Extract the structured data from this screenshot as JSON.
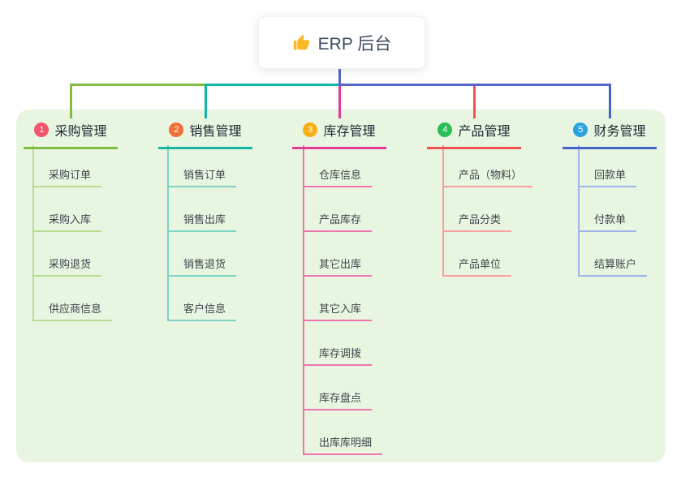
{
  "root": {
    "label": "ERP 后台",
    "icon": "thumbs-up-icon"
  },
  "branches": [
    {
      "index": "1",
      "label": "采购管理",
      "badge_color": "#f2566d",
      "line_color": "#85bb41",
      "child_line_color": "#b9dc95",
      "children": [
        "采购订单",
        "采购入库",
        "采购退货",
        "供应商信息"
      ]
    },
    {
      "index": "2",
      "label": "销售管理",
      "badge_color": "#f0703a",
      "line_color": "#13b5a5",
      "child_line_color": "#7fd2c6",
      "children": [
        "销售订单",
        "销售出库",
        "销售退货",
        "客户信息"
      ]
    },
    {
      "index": "3",
      "label": "库存管理",
      "badge_color": "#f9ad14",
      "line_color": "#e23c97",
      "child_line_color": "#ef74b0",
      "children": [
        "仓库信息",
        "产品库存",
        "其它出库",
        "其它入库",
        "库存调拨",
        "库存盘点",
        "出库库明细"
      ]
    },
    {
      "index": "4",
      "label": "产品管理",
      "badge_color": "#2bbf58",
      "line_color": "#f05352",
      "child_line_color": "#f6a19d",
      "children": [
        "产品（物料）",
        "产品分类",
        "产品单位"
      ]
    },
    {
      "index": "5",
      "label": "财务管理",
      "badge_color": "#2ba4dd",
      "line_color": "#4365c8",
      "child_line_color": "#9db4e8",
      "children": [
        "回款单",
        "付款单",
        "结算账户"
      ]
    }
  ],
  "connector": {
    "root_color": "#5964cb",
    "rail_segment_colors": [
      "#85bb41",
      "#13b5a5",
      "#5964cb"
    ]
  },
  "colors": {
    "canvas_bg": "#ffffff",
    "panel_bg": "#e8f5e1",
    "root_text": "#3d4d63",
    "header_text": "#222b35",
    "child_text": "#3f454c",
    "thumb_icon": "#f7b928"
  }
}
